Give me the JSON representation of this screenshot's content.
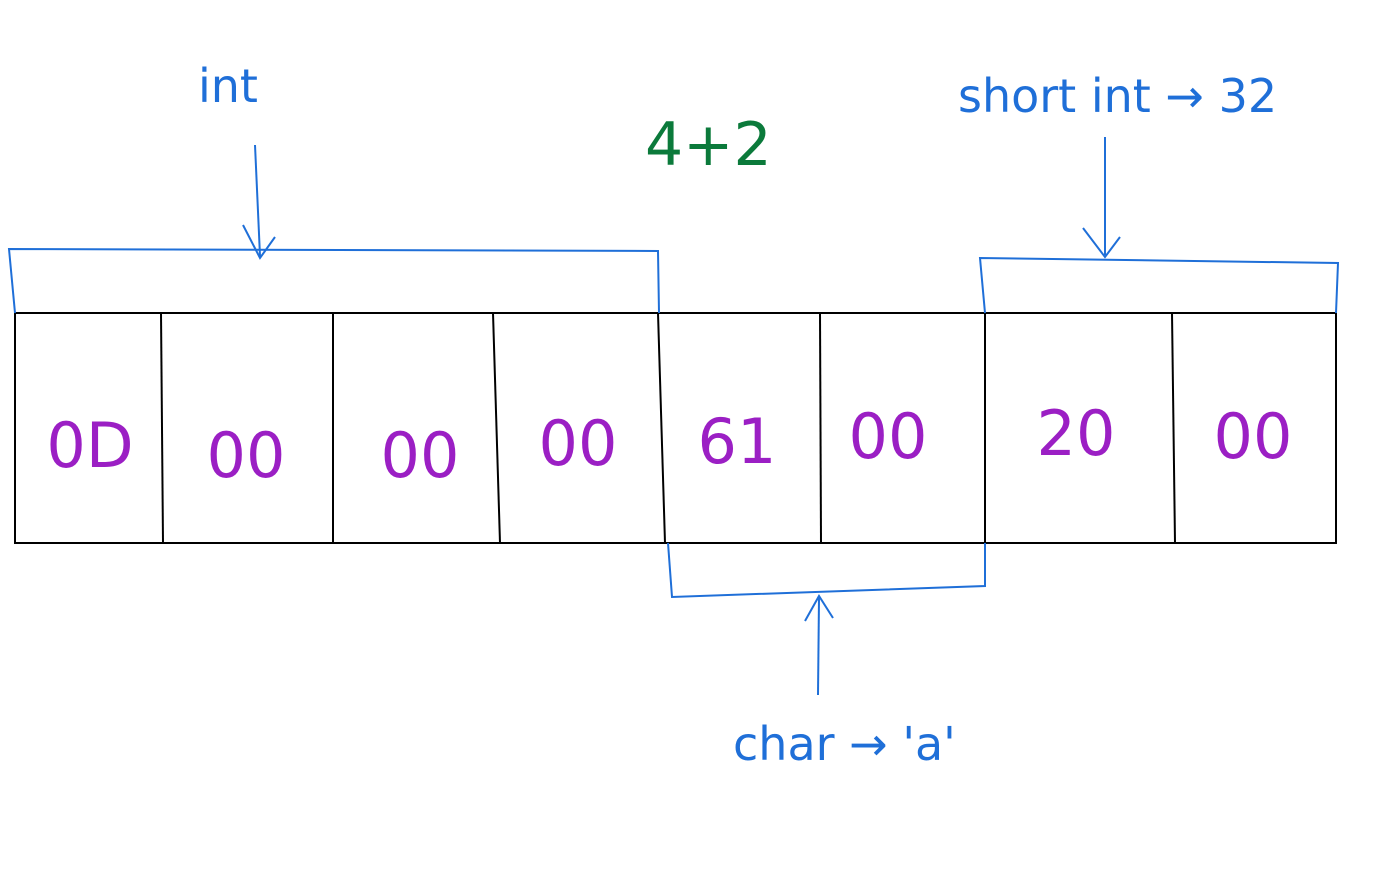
{
  "colors": {
    "ink_black": "#000000",
    "annotation_blue": "#1f6fd8",
    "byte_purple": "#9b1fc4",
    "note_green": "#0b7a3b"
  },
  "memory": {
    "bytes": [
      "0D",
      "00",
      "00",
      "00",
      "61",
      "00",
      "20",
      "00"
    ]
  },
  "annotations": {
    "int_label": "int",
    "char_label": "char → 'a'",
    "short_label": "short int → 32",
    "note_label": "4+2"
  }
}
